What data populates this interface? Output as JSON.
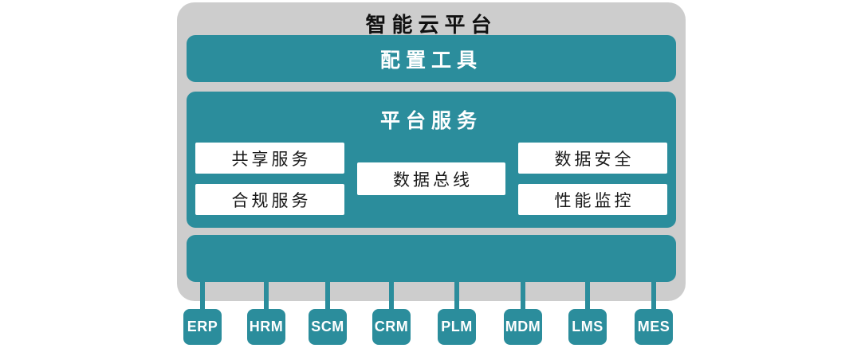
{
  "colors": {
    "teal": "#2b8d9c",
    "gray": "#cdcdcd",
    "title-text": "#111111"
  },
  "diagram": {
    "title": "智能云平台",
    "config_bar": {
      "label": "配置工具"
    },
    "platform": {
      "title": "平台服务",
      "boxes": [
        {
          "label": "共享服务"
        },
        {
          "label": "合规服务"
        },
        {
          "label": "数据总线"
        },
        {
          "label": "数据安全"
        },
        {
          "label": "性能监控"
        }
      ]
    },
    "systems": [
      {
        "label": "ERP"
      },
      {
        "label": "HRM"
      },
      {
        "label": "SCM"
      },
      {
        "label": "CRM"
      },
      {
        "label": "PLM"
      },
      {
        "label": "MDM"
      },
      {
        "label": "LMS"
      },
      {
        "label": "MES"
      }
    ]
  }
}
